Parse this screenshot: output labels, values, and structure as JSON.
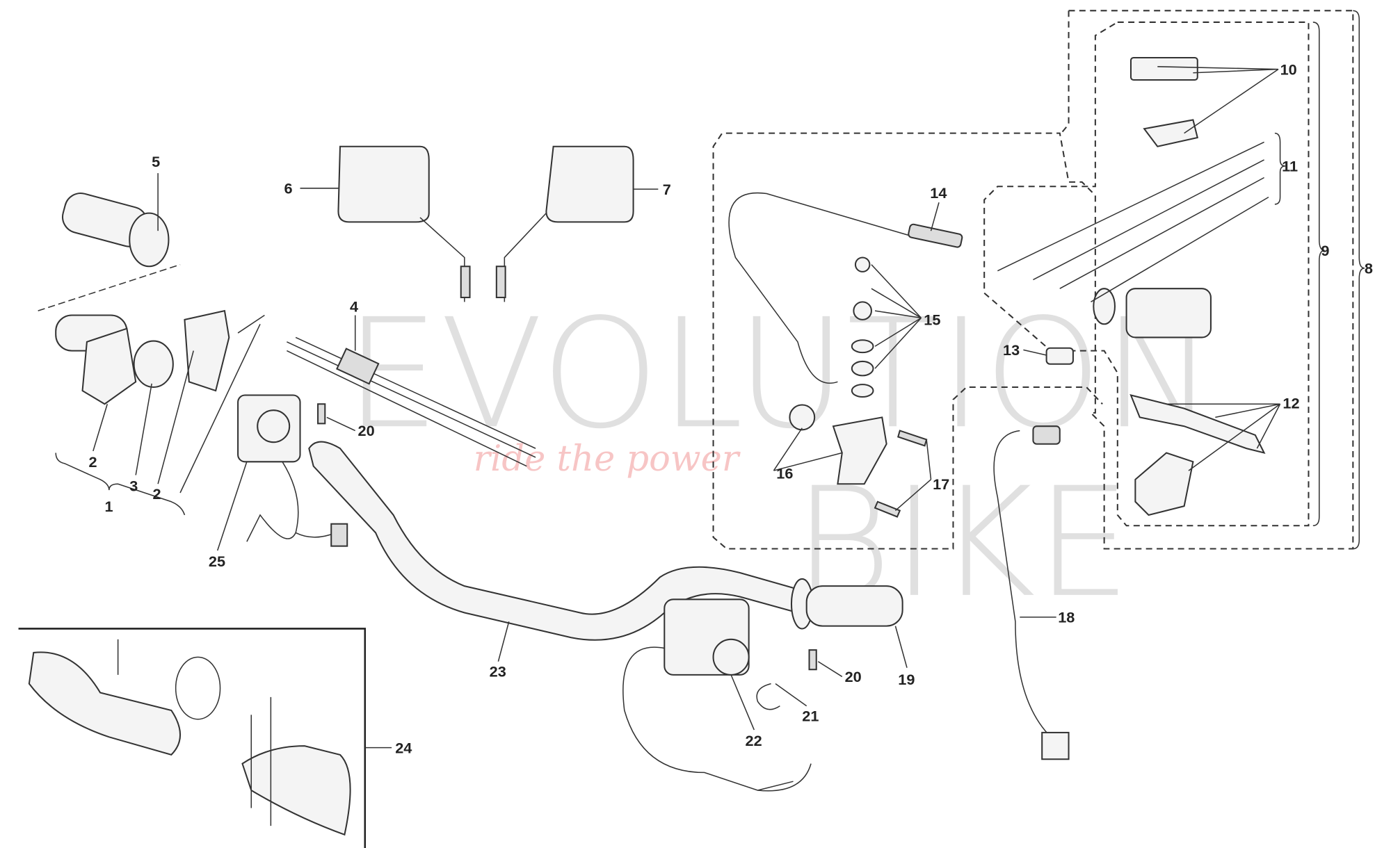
{
  "watermark": {
    "line1": "EVOLUTION",
    "line2": "BIKE",
    "tagline": "ride the power",
    "tagline_color": "#f2a0a0"
  },
  "labels": {
    "l1": "1",
    "l2a": "2",
    "l2b": "2",
    "l3": "3",
    "l4": "4",
    "l5": "5",
    "l6": "6",
    "l7": "7",
    "l8": "8",
    "l9": "9",
    "l10": "10",
    "l11": "11",
    "l12": "12",
    "l13": "13",
    "l14": "14",
    "l15": "15",
    "l16": "16",
    "l17": "17",
    "l18": "18",
    "l19": "19",
    "l20a": "20",
    "l20b": "20",
    "l21": "21",
    "l22": "22",
    "l23": "23",
    "l24": "24",
    "l25": "25"
  }
}
